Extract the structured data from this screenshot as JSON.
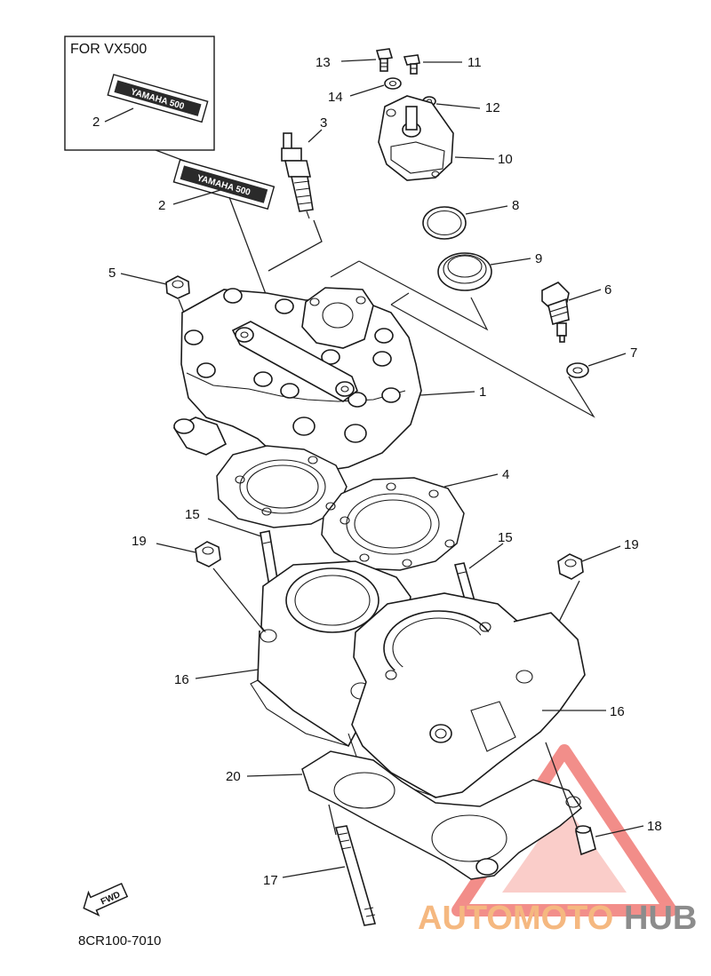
{
  "inset": {
    "title": "FOR VX500",
    "callout": "2"
  },
  "callouts": {
    "c1": "1",
    "c2": "2",
    "c3": "3",
    "c4": "4",
    "c5": "5",
    "c6": "6",
    "c7": "7",
    "c8": "8",
    "c9": "9",
    "c10": "10",
    "c11": "11",
    "c12": "12",
    "c13": "13",
    "c14": "14",
    "c15a": "15",
    "c15b": "15",
    "c16a": "16",
    "c16b": "16",
    "c17": "17",
    "c18": "18",
    "c19a": "19",
    "c19b": "19",
    "c20": "20"
  },
  "decal_text": "YAMAHA 500",
  "fwd_label": "FWD",
  "diagram_code": "8CR100-7010",
  "watermark": {
    "part1": "AUTOMOTO",
    "part2": "HUB",
    "triangle_color": "#e8312a"
  },
  "colors": {
    "ink": "#1a1a1a",
    "watermark_orange": "#f5b880",
    "watermark_gray": "#8c8c8c"
  }
}
